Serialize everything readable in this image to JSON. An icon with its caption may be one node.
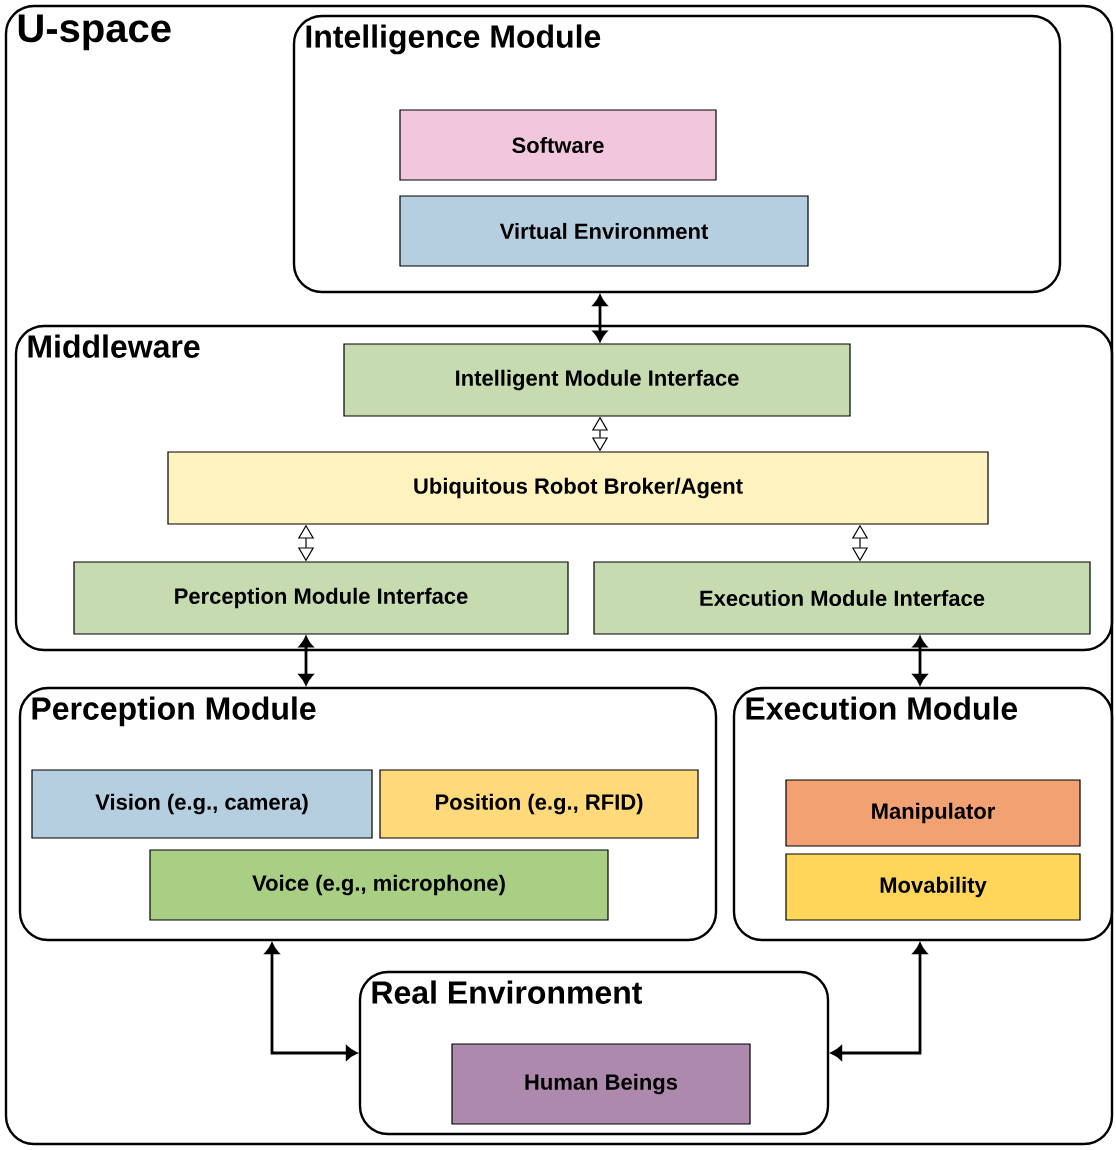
{
  "diagram": {
    "nodes": [
      {
        "text": [
          "U-space"
        ]
      },
      {
        "text": [
          "Intelligence Module"
        ],
        "in": 0
      },
      {
        "text": [
          "Software"
        ],
        "in": 1
      },
      {
        "text": [
          "Virtual Environment"
        ],
        "in": 1
      },
      {
        "text": [
          "Middleware"
        ],
        "in": 0
      },
      {
        "text": [
          "Intelligent Module Interface"
        ],
        "in": 4
      },
      {
        "text": [
          "Ubiquitous Robot Broker/Agent"
        ],
        "in": 4
      },
      {
        "text": [
          "Perception Module Interface"
        ],
        "in": 4
      },
      {
        "text": [
          "Execution Module Interface"
        ],
        "in": 4
      },
      {
        "text": [
          "Perception Module"
        ],
        "in": 0
      },
      {
        "text": [
          "Vision (e.g., camera)"
        ],
        "in": 9
      },
      {
        "text": [
          "Position (e.g., RFID)"
        ],
        "in": 9
      },
      {
        "text": [
          "Voice (e.g., microphone)"
        ],
        "in": 9
      },
      {
        "text": [
          "Execution Module"
        ],
        "in": 0
      },
      {
        "text": [
          "Manipulator"
        ],
        "in": 13
      },
      {
        "text": [
          "Movability"
        ],
        "in": 13
      },
      {
        "text": [
          "Real Environment"
        ],
        "in": 0
      },
      {
        "text": [
          "Human Beings"
        ],
        "in": 16
      }
    ],
    "edges": [
      {
        "from": 1,
        "to": 5,
        "arrow": "both"
      },
      {
        "from": 5,
        "to": 6,
        "arrow": "both"
      },
      {
        "from": 6,
        "to": 7,
        "arrow": "both"
      },
      {
        "from": 6,
        "to": 8,
        "arrow": "both"
      },
      {
        "from": 7,
        "to": 9,
        "arrow": "both"
      },
      {
        "from": 8,
        "to": 13,
        "arrow": "both"
      },
      {
        "from": 9,
        "to": 16,
        "arrow": "both"
      },
      {
        "from": 13,
        "to": 16,
        "arrow": "both"
      }
    ]
  }
}
